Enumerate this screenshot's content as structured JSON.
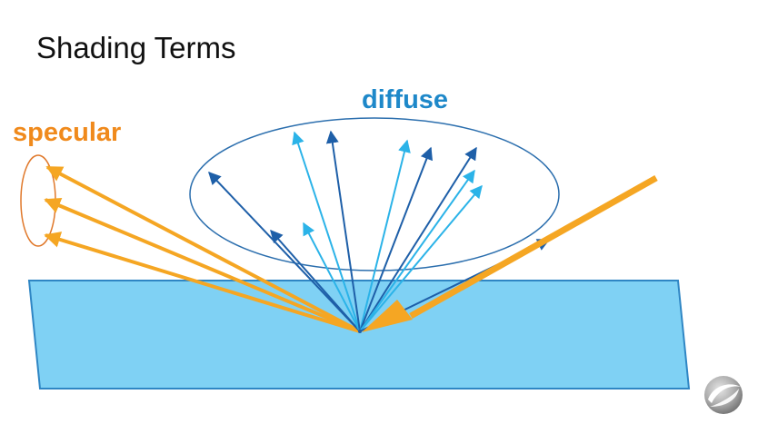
{
  "slide": {
    "title": "Shading Terms",
    "labels": {
      "diffuse": "diffuse",
      "specular": "specular"
    }
  },
  "colors": {
    "surface_fill": "#7fd1f4",
    "surface_stroke": "#2f86c4",
    "diffuse_dark": "#1e5fa8",
    "diffuse_light": "#2bb3e8",
    "specular": "#f5a623",
    "specular_label": "#f08a1c",
    "diffuse_label": "#1e88c9",
    "ellipse_stroke": "#2c6fae"
  },
  "icons": {
    "logo": "circular-swoosh-logo-icon"
  }
}
